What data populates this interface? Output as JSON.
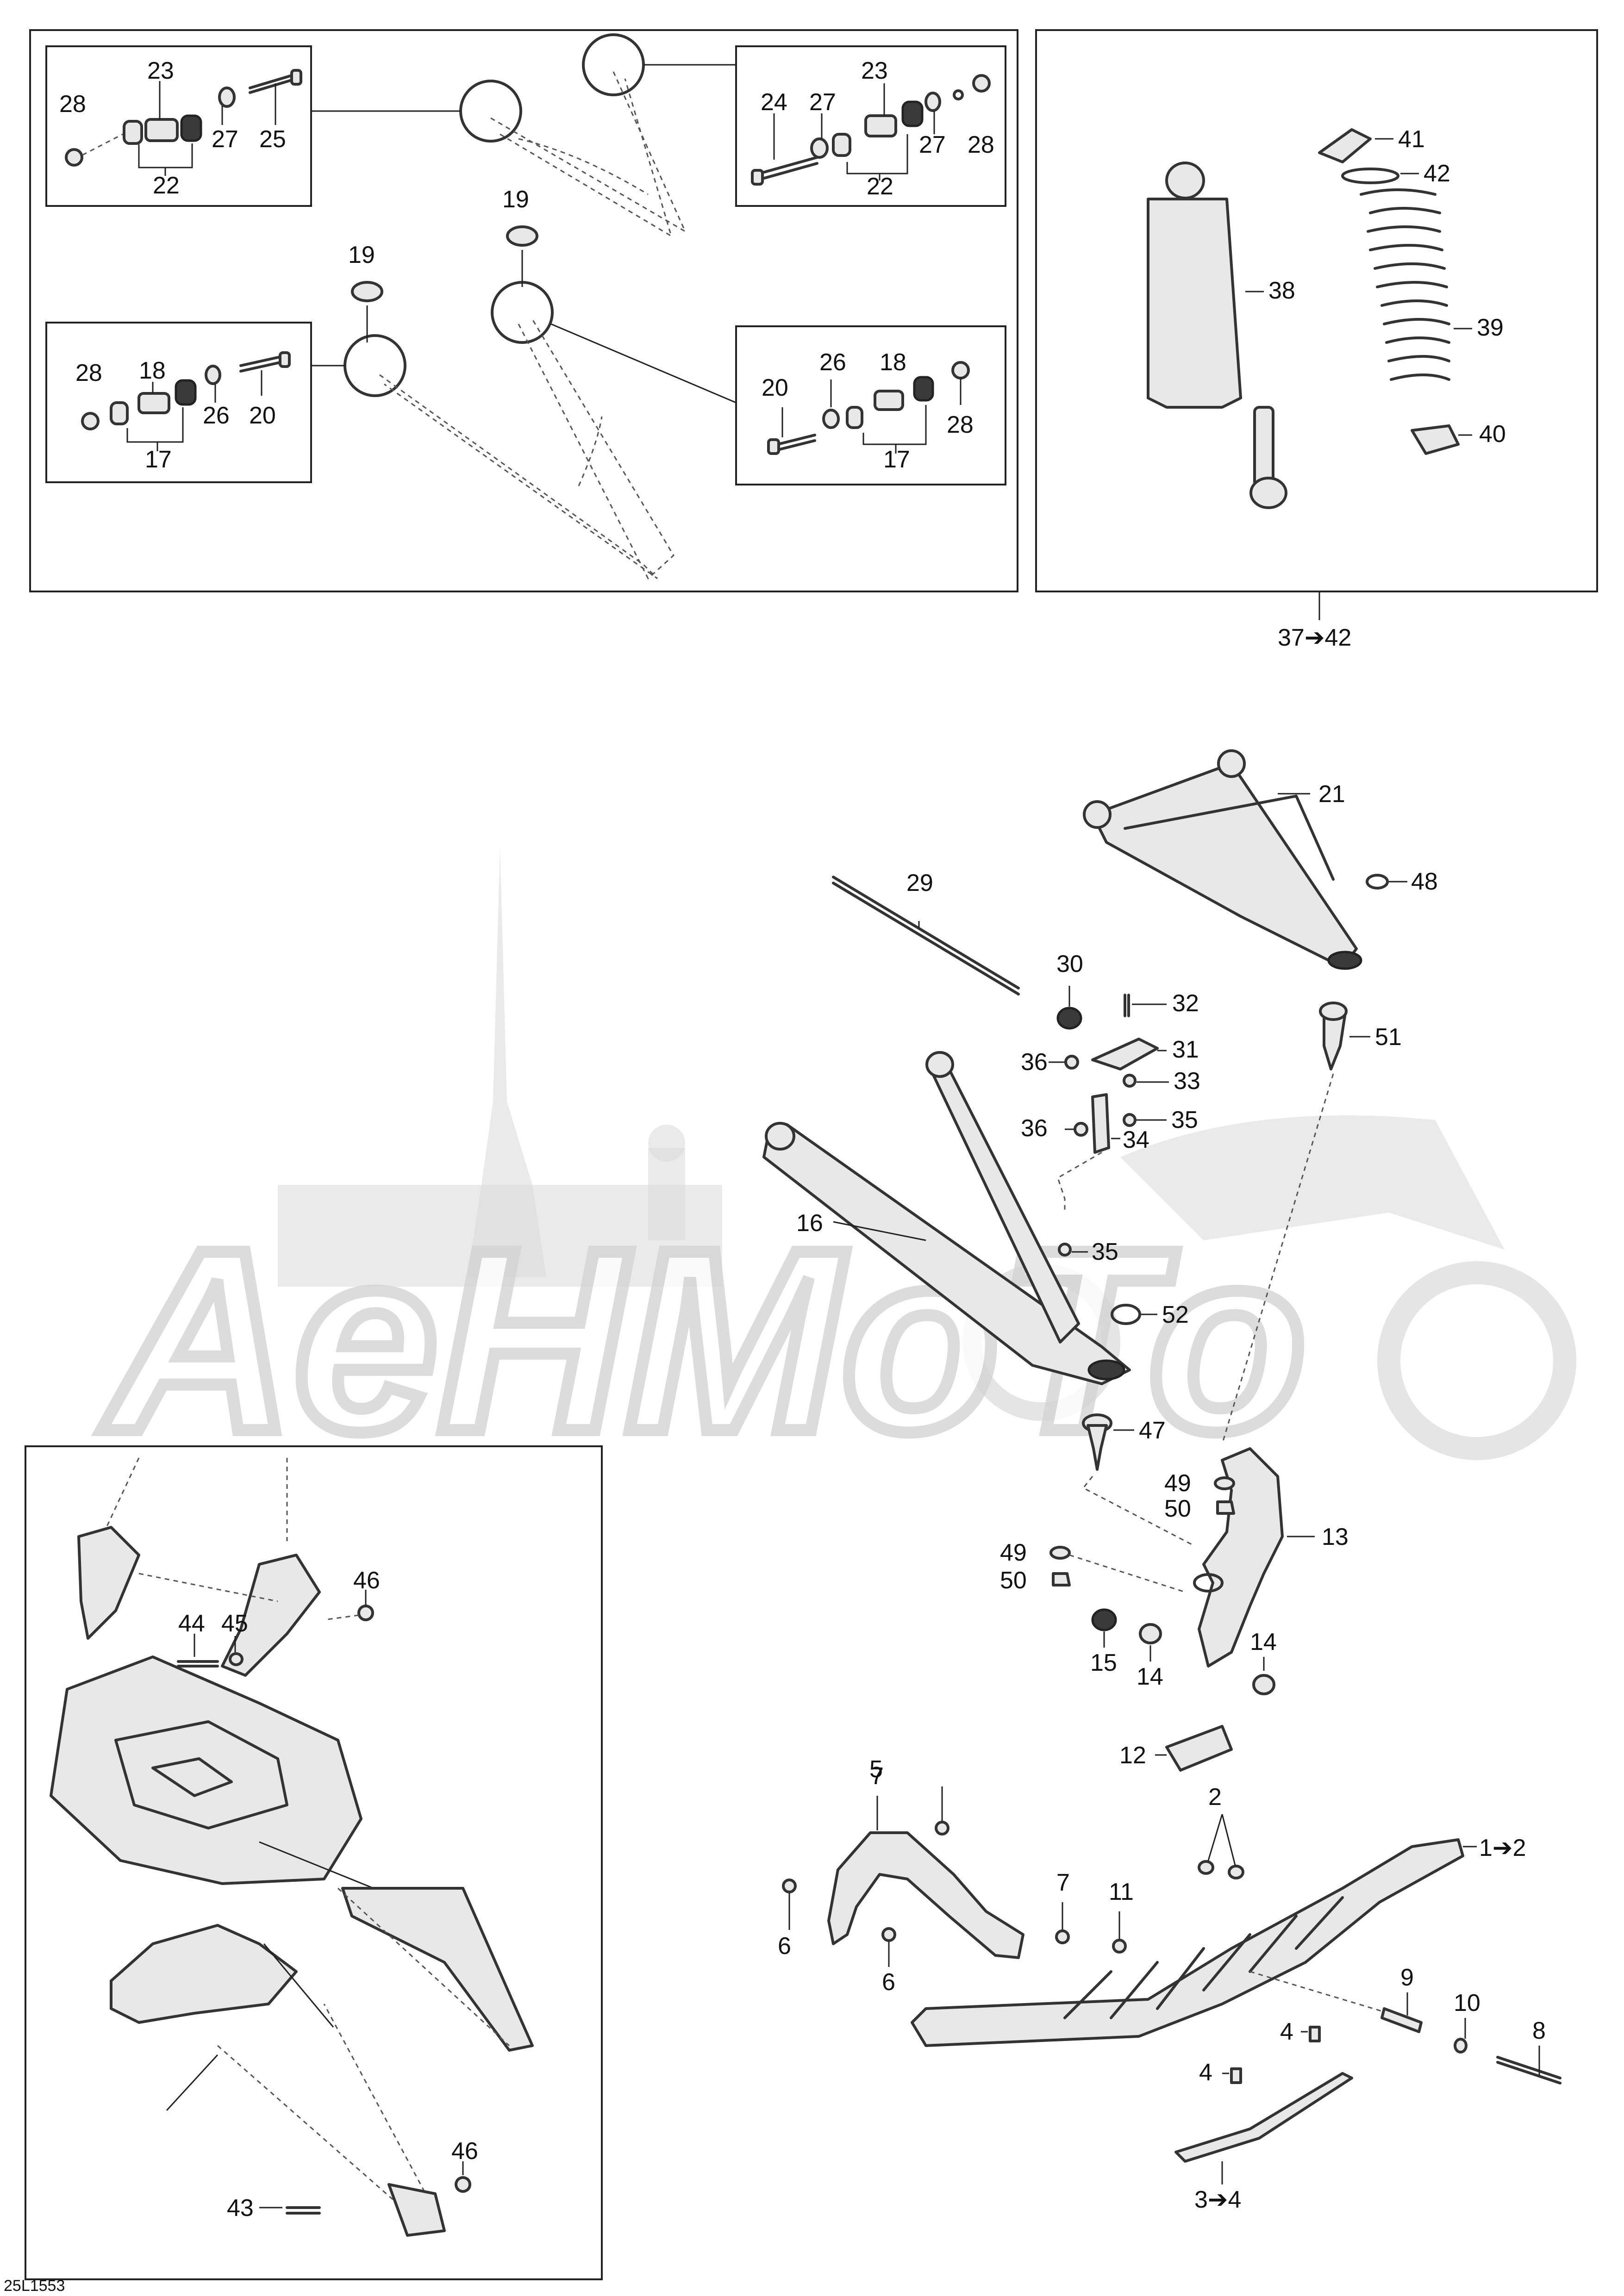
{
  "diagram": {
    "drawing_code": "25L1553",
    "watermark_text": "AeHMoTo",
    "callouts": {
      "tl_28": "28",
      "tl_23": "23",
      "tl_27": "27",
      "tl_25": "25",
      "tl_22": "22",
      "tr_24": "24",
      "tr_27a": "27",
      "tr_23": "23",
      "tr_27b": "27",
      "tr_28": "28",
      "tr_22": "22",
      "top_19a": "19",
      "top_19b": "19",
      "bl_28": "28",
      "bl_18": "18",
      "bl_26": "26",
      "bl_20": "20",
      "bl_17": "17",
      "br_20": "20",
      "br_26": "26",
      "br_18": "18",
      "br_28": "28",
      "br_17": "17",
      "shock_41": "41",
      "shock_42": "42",
      "shock_38": "38",
      "shock_39": "39",
      "shock_40": "40",
      "shock_kit": "37➔42",
      "p21": "21",
      "p48": "48",
      "p29": "29",
      "p30": "30",
      "p32": "32",
      "p31": "31",
      "p51": "51",
      "p36a": "36",
      "p33": "33",
      "p36b": "36",
      "p35a": "35",
      "p34": "34",
      "p16": "16",
      "p35b": "35",
      "p52": "52",
      "p47": "47",
      "p49a": "49",
      "p50a": "50",
      "p13": "13",
      "p49b": "49",
      "p50b": "50",
      "p15": "15",
      "p14a": "14",
      "p14b": "14",
      "p12": "12",
      "p7a": "7",
      "p5": "5",
      "p2": "2",
      "p1": "1➔2",
      "p6a": "6",
      "p11": "11",
      "p7b": "7",
      "p6b": "6",
      "p9": "9",
      "p10": "10",
      "p4a": "4",
      "p8": "8",
      "p4b": "4",
      "p3": "3➔4",
      "in_46a": "46",
      "in_44": "44",
      "in_45": "45",
      "in_46b": "46",
      "in_43": "43"
    }
  }
}
